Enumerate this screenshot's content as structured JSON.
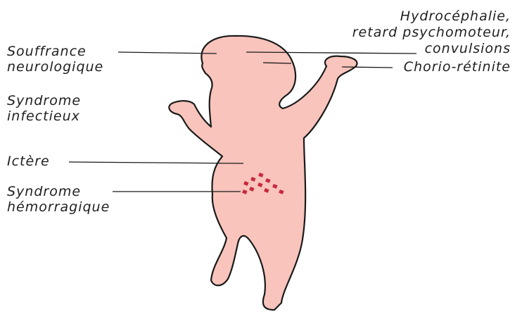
{
  "labels": {
    "souffrance_line1": "Souffrance",
    "souffrance_line2": "neurologique",
    "infectieux_line1": "Syndrome",
    "infectieux_line2": "infectieux",
    "ictere": "Ictère",
    "hemorragique_line1": "Syndrome",
    "hemorragique_line2": "hémorragique",
    "hydro_line1": "Hydrocéphalie,",
    "hydro_line2": "retard psychomoteur,",
    "hydro_line3": "convulsions",
    "chorio": "Chorio-rétinite"
  },
  "colors": {
    "body_fill": "#f8c4bc",
    "body_stroke": "#1a1a1a",
    "petechiae": "#c8283c",
    "text": "#1f1f1f"
  }
}
